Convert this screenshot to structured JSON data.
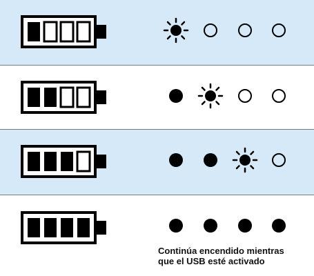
{
  "colors": {
    "shaded_row": "#d5e9f9",
    "ink": "#000000",
    "separator": "#6f7d8a"
  },
  "rows": [
    {
      "battery_filled_segments": 1,
      "leds": [
        "blinking",
        "off",
        "off",
        "off"
      ],
      "shaded": true
    },
    {
      "battery_filled_segments": 2,
      "leds": [
        "on",
        "blinking",
        "off",
        "off"
      ],
      "shaded": false
    },
    {
      "battery_filled_segments": 3,
      "leds": [
        "on",
        "on",
        "blinking",
        "off"
      ],
      "shaded": true
    },
    {
      "battery_filled_segments": 4,
      "leds": [
        "on",
        "on",
        "on",
        "on"
      ],
      "shaded": false,
      "caption": "Continúa encendido mientras que el USB esté activado",
      "caption_line1": "Continúa encendido mientras",
      "caption_line2": "que el USB esté activado"
    }
  ],
  "icons": {
    "battery": "battery-icon",
    "led_on": "led-on-icon",
    "led_off": "led-off-icon",
    "led_blinking": "led-blinking-icon"
  }
}
